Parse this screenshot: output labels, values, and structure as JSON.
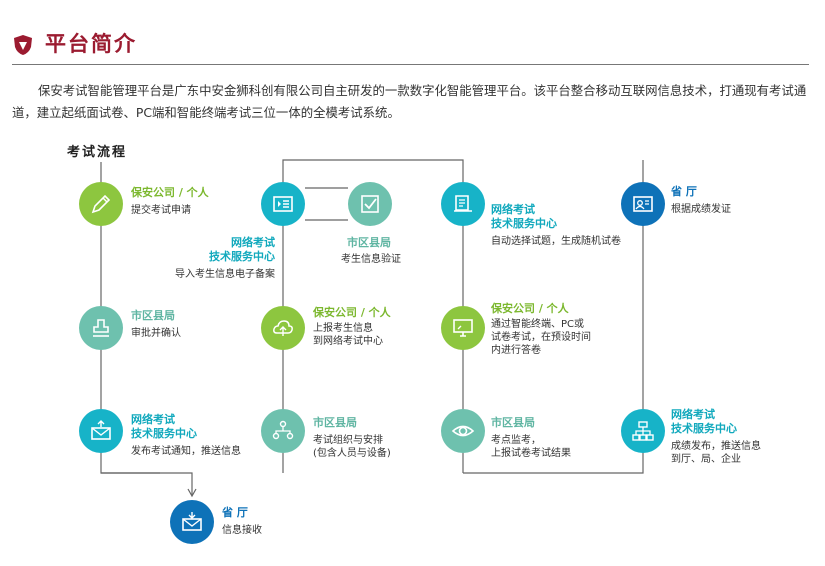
{
  "header": {
    "title": "平台简介",
    "intro": "保安考试智能管理平台是广东中安金狮科创有限公司自主研发的一款数字化智能管理平台。该平台整合移动互联网信息技术，打通现有考试通道，建立起纸面试卷、PC端和智能终端考试三位一体的全模考试系统。"
  },
  "flow": {
    "heading": "考试流程",
    "steps": [
      {
        "title": "保安公司 / 个人",
        "desc": "提交考试申请",
        "icon": "pencil-icon"
      },
      {
        "title": "市区县局",
        "desc": "审批并确认",
        "icon": "stamp-icon"
      },
      {
        "title": "网络考试\n技术服务中心",
        "desc": "发布考试通知，推送信息",
        "icon": "envelope-upload-icon"
      },
      {
        "title": "省 厅",
        "desc": "信息接收",
        "icon": "envelope-download-icon"
      },
      {
        "title": "网络考试\n技术服务中心",
        "desc": "导入考生信息电子备案",
        "icon": "screen-list-icon"
      },
      {
        "title": "市区县局",
        "desc": "考生信息验证",
        "icon": "check-box-icon"
      },
      {
        "title": "保安公司 / 个人",
        "desc": "上报考生信息\n到网络考试中心",
        "icon": "cloud-upload-icon"
      },
      {
        "title": "市区县局",
        "desc": "考试组织与安排\n(包含人员与设备)",
        "icon": "people-network-icon"
      },
      {
        "title": "网络考试\n技术服务中心",
        "desc": "自动选择试题，生成随机试卷",
        "icon": "paper-scroll-icon"
      },
      {
        "title": "保安公司 / 个人",
        "desc": "通过智能终端、PC或\n试卷考试，在预设时间\n内进行答卷",
        "icon": "monitor-icon"
      },
      {
        "title": "市区县局",
        "desc": "考点监考，\n上报试卷考试结果",
        "icon": "eye-icon"
      },
      {
        "title": "省 厅",
        "desc": "根据成绩发证",
        "icon": "certificate-icon"
      },
      {
        "title": "网络考试\n技术服务中心",
        "desc": "成绩发布，推送信息\n到厅、局、企业",
        "icon": "org-chart-icon"
      }
    ]
  },
  "colors": {
    "title_red": "#9b1b30",
    "green": "#8dc63f",
    "teal": "#6ec1ae",
    "cyan": "#17b3c8",
    "blue": "#0e72b8",
    "line": "#666666"
  }
}
